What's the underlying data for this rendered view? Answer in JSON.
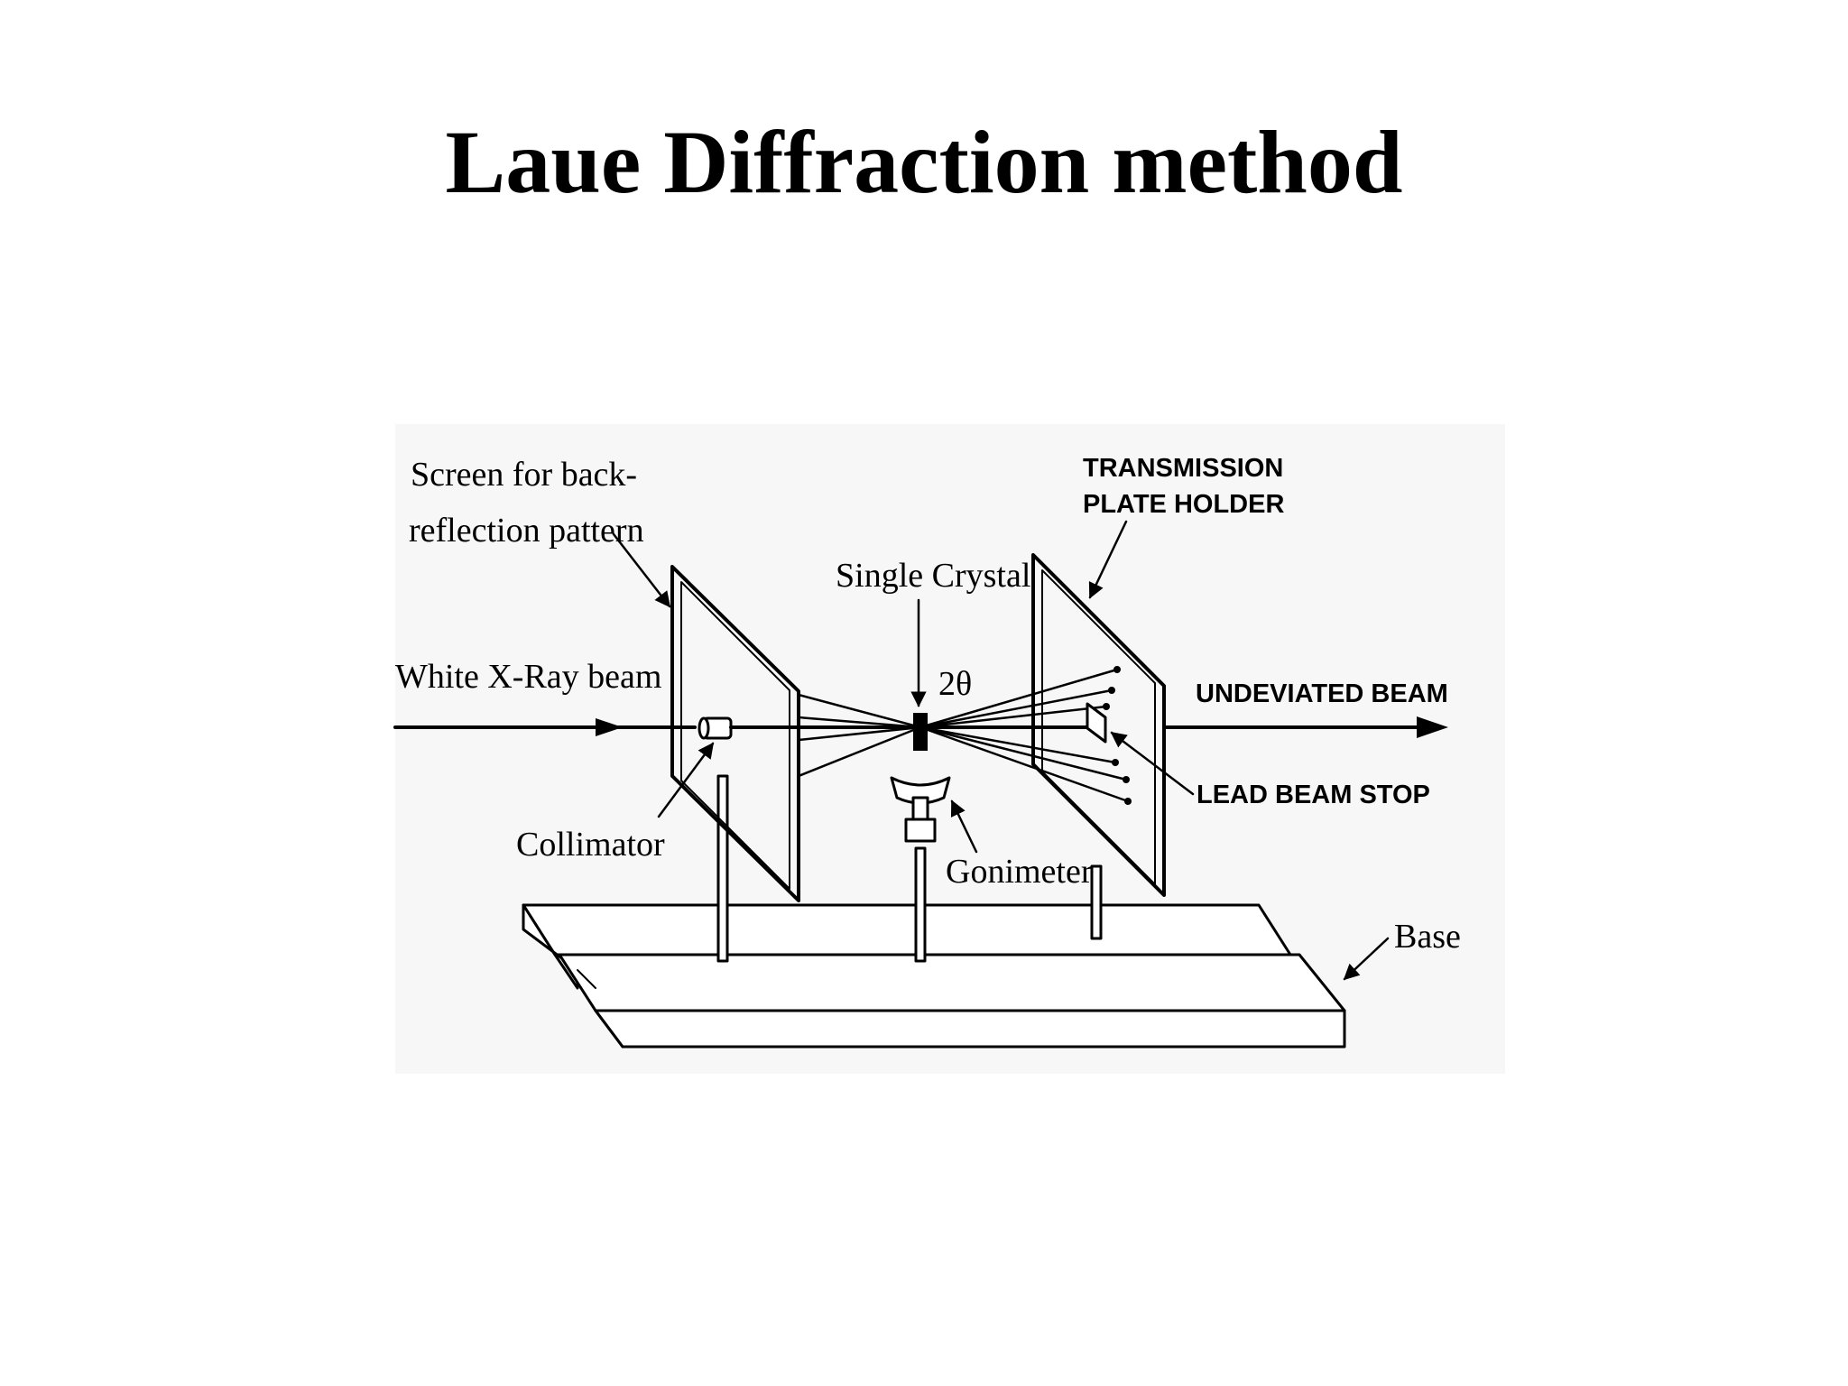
{
  "slide": {
    "title": "Laue Diffraction method"
  },
  "diagram": {
    "labels": {
      "screen_line1": "Screen for back-",
      "screen_line2": "reflection pattern",
      "transmission_line1": "TRANSMISSION",
      "transmission_line2": "PLATE HOLDER",
      "single_crystal": "Single Crystal",
      "two_theta": "2θ",
      "white_xray": "White X-Ray beam",
      "undeviated": "UNDEVIATED BEAM",
      "lead_beam_stop": "LEAD BEAM STOP",
      "collimator": "Collimator",
      "goniometer": "Gonimeter",
      "base": "Base"
    },
    "colors": {
      "ink": "#000000",
      "background": "#ffffff",
      "panel": "#f7f7f7"
    }
  }
}
